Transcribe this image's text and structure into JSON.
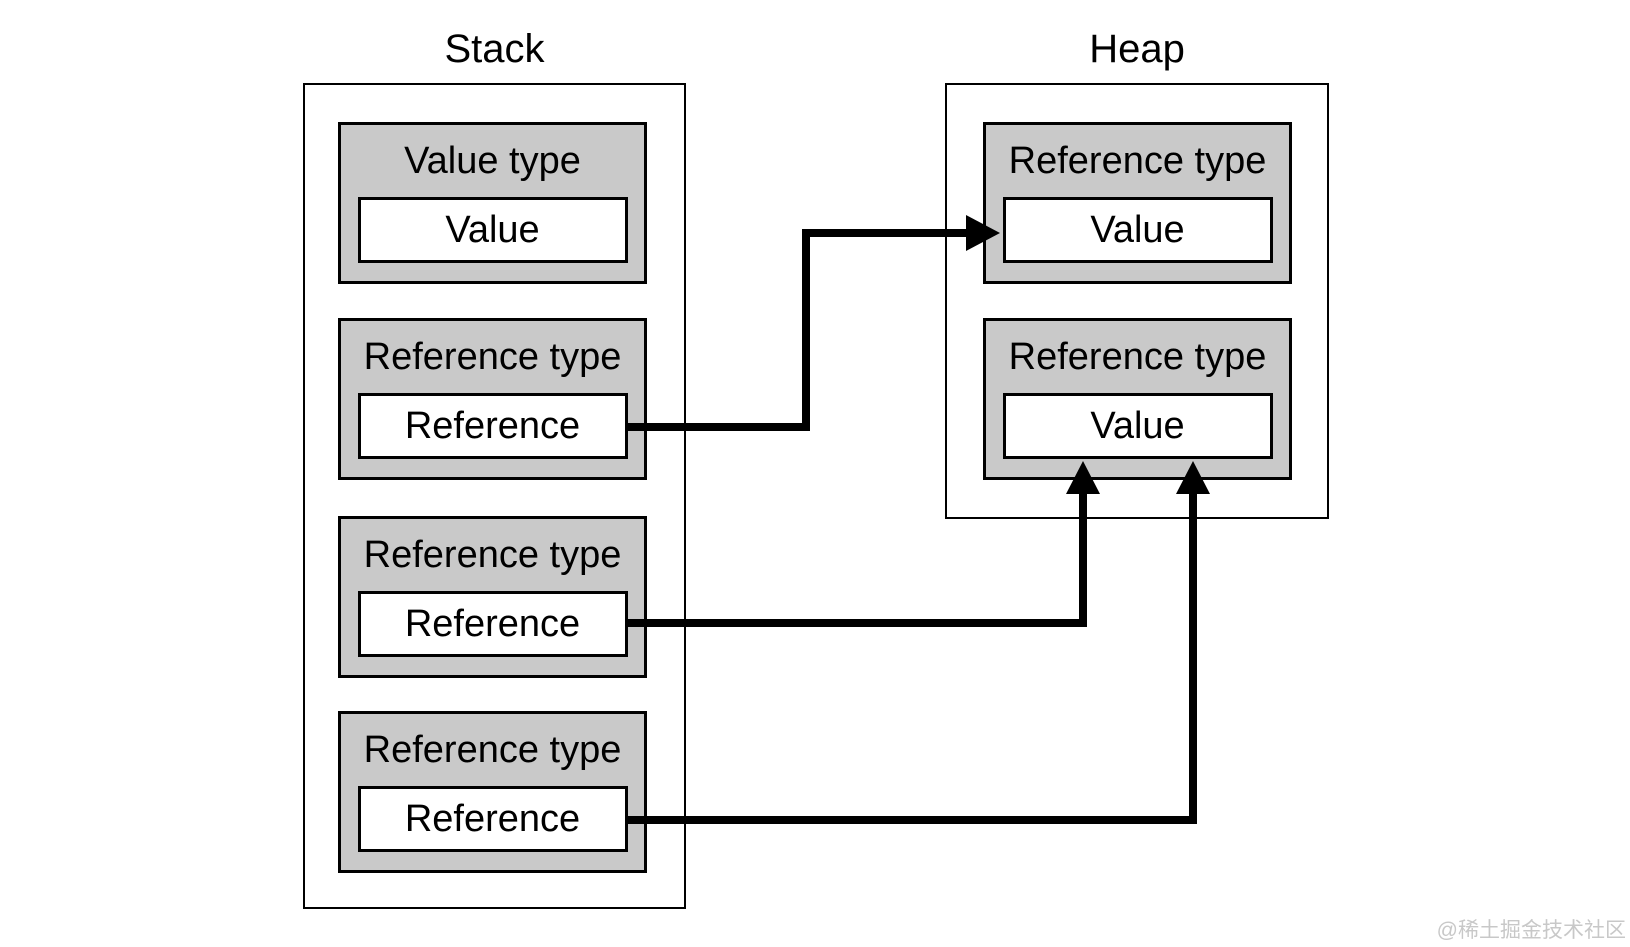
{
  "titles": {
    "stack": "Stack",
    "heap": "Heap"
  },
  "stack": {
    "slots": [
      {
        "type_label": "Value type",
        "cell_label": "Value"
      },
      {
        "type_label": "Reference type",
        "cell_label": "Reference"
      },
      {
        "type_label": "Reference type",
        "cell_label": "Reference"
      },
      {
        "type_label": "Reference type",
        "cell_label": "Reference"
      }
    ]
  },
  "heap": {
    "slots": [
      {
        "type_label": "Reference type",
        "cell_label": "Value"
      },
      {
        "type_label": "Reference type",
        "cell_label": "Value"
      }
    ]
  },
  "arrows": [
    {
      "from": "stack reference 1",
      "to": "heap value 1"
    },
    {
      "from": "stack reference 2",
      "to": "heap value 2"
    },
    {
      "from": "stack reference 3",
      "to": "heap value 2"
    }
  ],
  "watermark": "@稀土掘金技术社区",
  "colors": {
    "box_fill": "#c9c9c9",
    "line": "#000000",
    "background": "#ffffff",
    "watermark": "#c8c8c8"
  }
}
